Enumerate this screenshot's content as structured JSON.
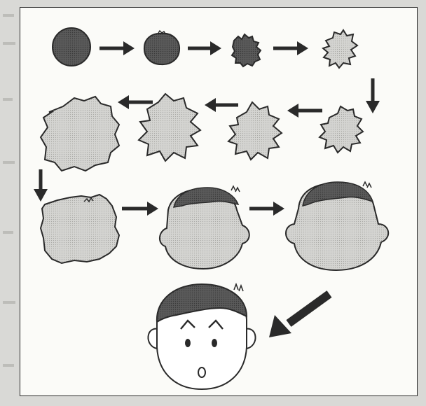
{
  "figure": {
    "stages": [
      {
        "id": 1,
        "kind": "solid-ball"
      },
      {
        "id": 2,
        "kind": "rough-ball"
      },
      {
        "id": 3,
        "kind": "small-blob"
      },
      {
        "id": 4,
        "kind": "splat"
      },
      {
        "id": 5,
        "kind": "splat-small"
      },
      {
        "id": 6,
        "kind": "splat-medium"
      },
      {
        "id": 7,
        "kind": "splat-large"
      },
      {
        "id": 8,
        "kind": "mass"
      },
      {
        "id": 9,
        "kind": "mass-rounded"
      },
      {
        "id": 10,
        "kind": "head-with-hair"
      },
      {
        "id": 11,
        "kind": "head-with-ears"
      },
      {
        "id": 12,
        "kind": "face"
      }
    ],
    "colors": {
      "ink": "#2a2a2a",
      "dark_fill": "#555555",
      "shade": "#cfcfcc",
      "paper": "#fbfbf8",
      "page_bg": "#d9d9d6"
    }
  }
}
